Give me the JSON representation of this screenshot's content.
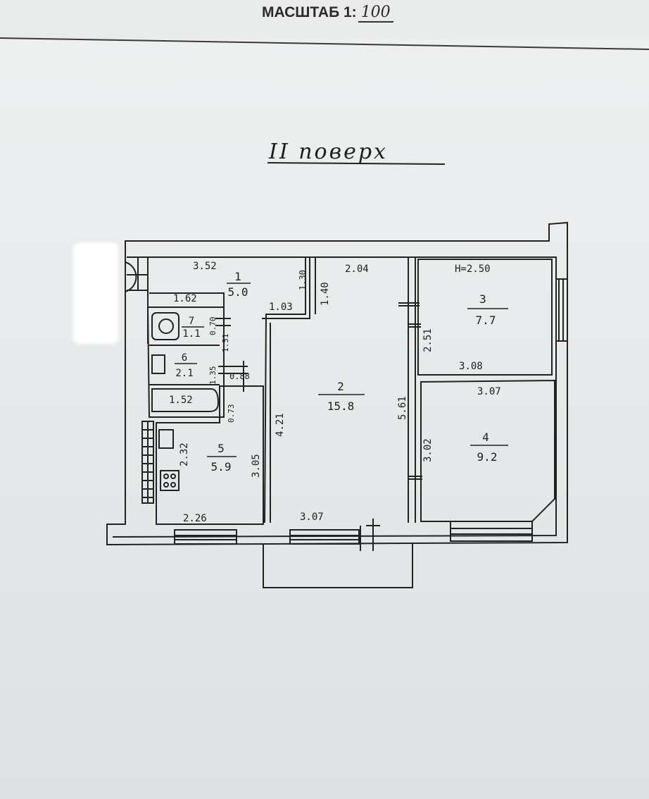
{
  "header": {
    "scale_prefix": "МАСШТАБ 1:",
    "scale_value": "100"
  },
  "floor_title": "II поверх",
  "rooms": [
    {
      "number": "1",
      "area": "5.0"
    },
    {
      "number": "2",
      "area": "15.8"
    },
    {
      "number": "3",
      "area": "7.7"
    },
    {
      "number": "4",
      "area": "9.2"
    },
    {
      "number": "5",
      "area": "5.9"
    },
    {
      "number": "6",
      "area": "2.1"
    },
    {
      "number": "7",
      "area": "1.1"
    }
  ],
  "ceiling_height": "H=2.50",
  "dimensions": {
    "hall_top": "3.52",
    "hall_inner": "1.62",
    "hall_side": "1.30",
    "hall_step": "1.03",
    "corridor_side": "1.40",
    "living_top": "2.04",
    "living_left": "4.21",
    "living_right": "5.61",
    "living_bottom": "3.07",
    "toilet_side": "0.70",
    "bath_side": "1.51",
    "bath_door": "0.88",
    "bath_inner": "1.35",
    "tub_length": "1.52",
    "kitchen_door": "0.73",
    "kitchen_left": "2.32",
    "kitchen_right": "3.05",
    "kitchen_bottom": "2.26",
    "bedroom3_left": "2.51",
    "bedroom3_bottom": "3.08",
    "bedroom4_top": "3.07",
    "bedroom4_left": "3.02"
  }
}
